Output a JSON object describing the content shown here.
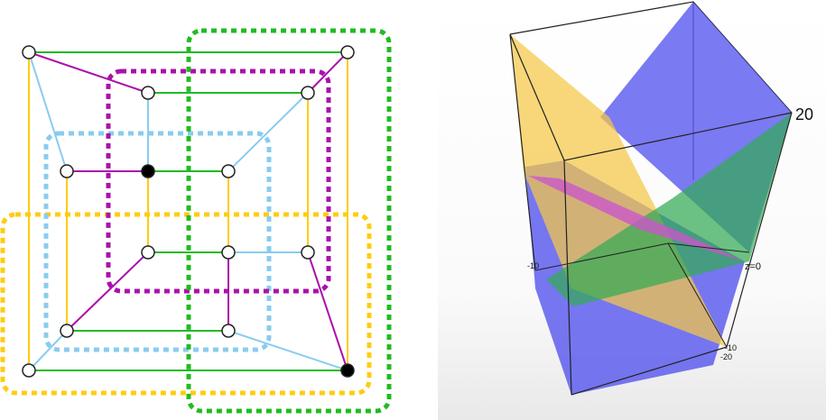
{
  "graph": {
    "colors": {
      "green": "#22bb22",
      "purple": "#aa11aa",
      "light_blue": "#88ccf0",
      "yellow": "#ffcc11",
      "node_fill": "#ffffff",
      "node_filled": "#000000",
      "node_stroke": "#222222"
    },
    "filled_nodes": [
      "center-upper-left",
      "outer-bottom-right"
    ]
  },
  "plot3d": {
    "labels": {
      "top_tick": "20",
      "left_tick": "-10",
      "plane_label": "z=0",
      "bottom_tick_1": "-10",
      "bottom_tick_2": "-20"
    },
    "colors": {
      "blue_plane": "#5555ee",
      "yellow_plane": "#f5c848",
      "green_plane": "#33aa55",
      "magenta_plane": "#cc55cc",
      "box_edges": "#222222"
    }
  }
}
